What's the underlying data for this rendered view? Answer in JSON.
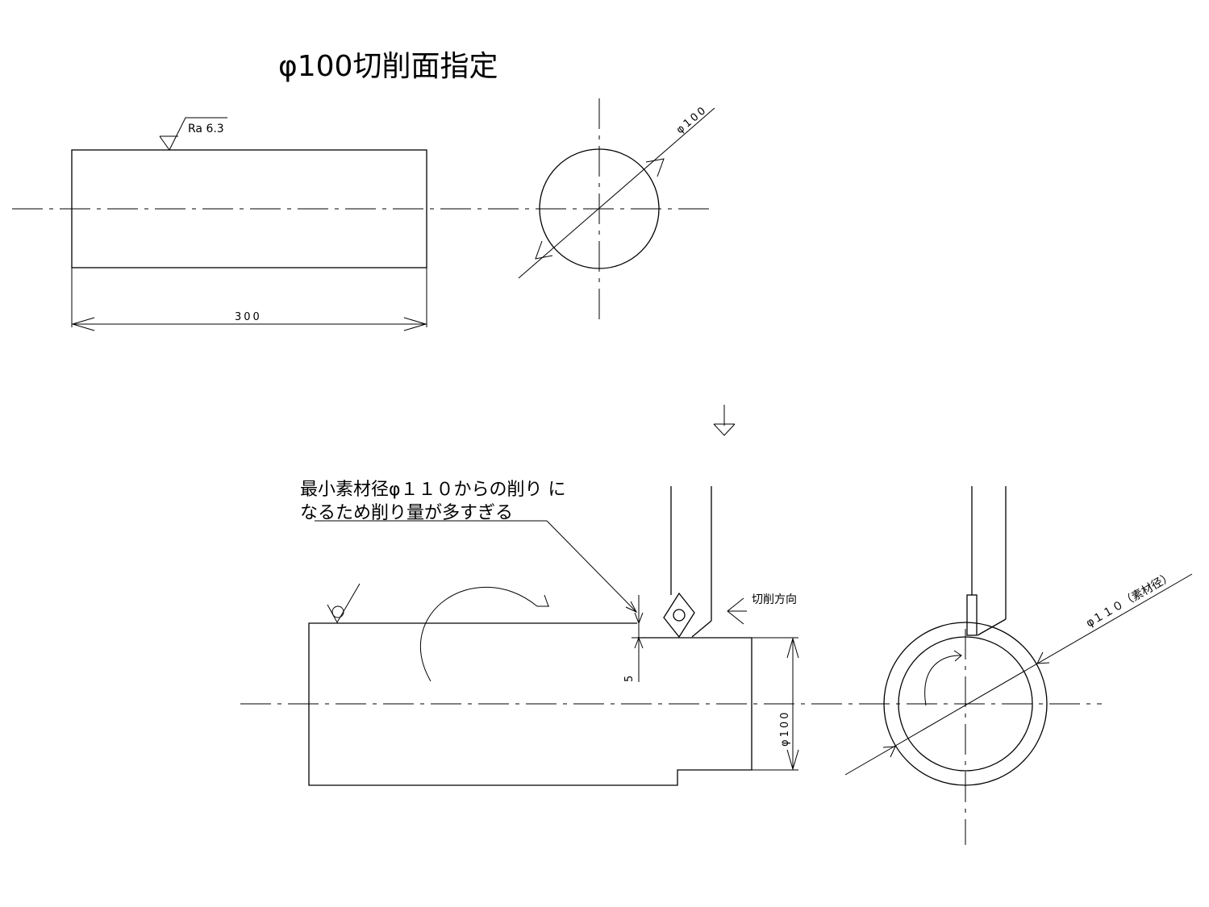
{
  "title": "φ100切削面指定",
  "upper_view": {
    "roughness_label": "Ra 6.3",
    "length_dim": "300",
    "diameter_dim": "φ100"
  },
  "lower_view": {
    "note_line1": "最小素材径φ１１０からの削り に",
    "note_line2": "なるため削り量が多すぎる",
    "cut_depth_dim": "5",
    "diameter_dim": "φ100",
    "cut_direction_label": "切削方向",
    "stock_diameter_dim": "φ１１０（素材径）"
  }
}
